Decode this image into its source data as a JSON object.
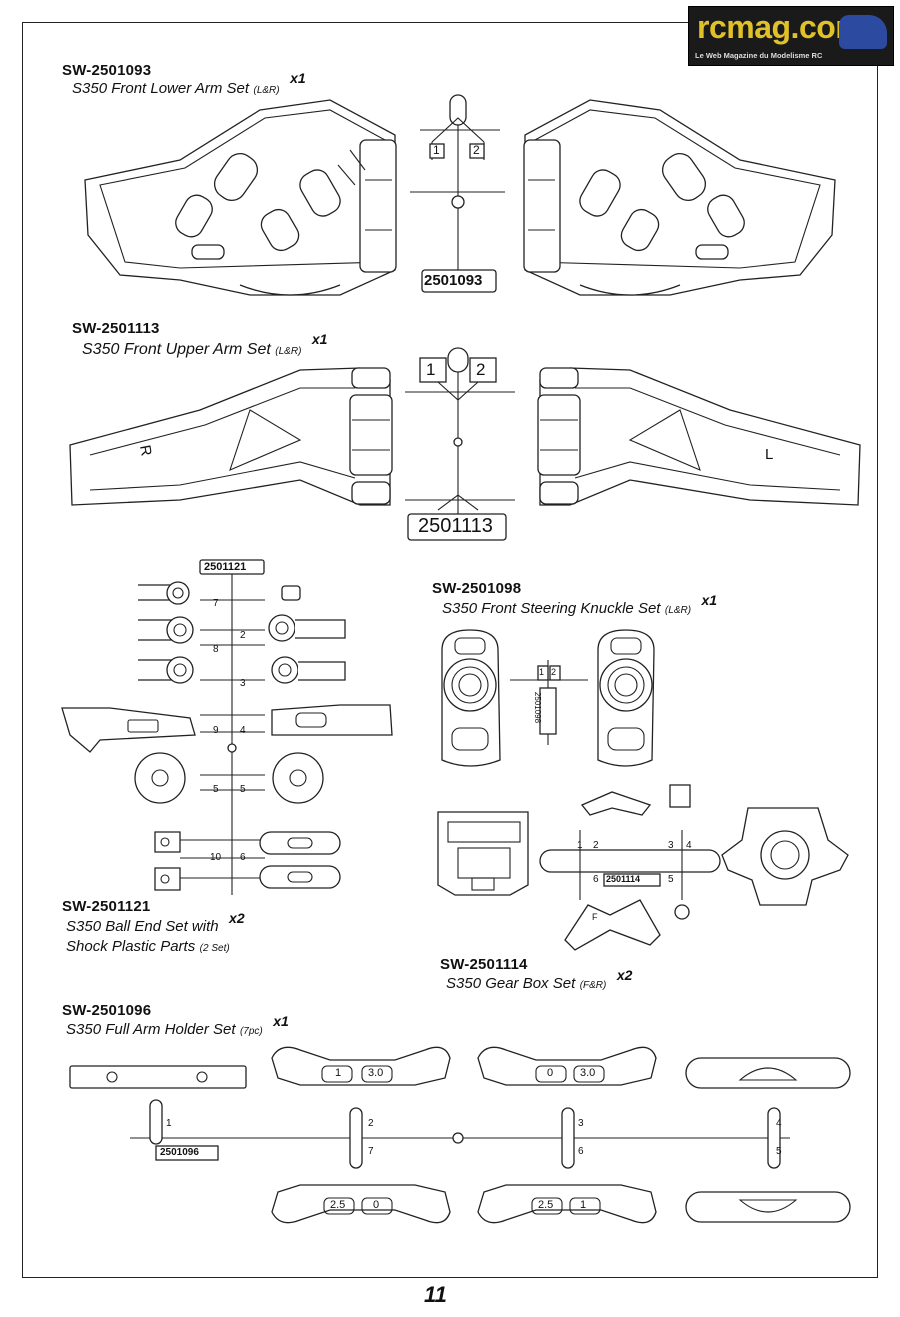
{
  "logo": {
    "text": "rcmag.com",
    "tagline": "Le Web Magazine du Modelisme RC"
  },
  "page_number": "11",
  "sets": [
    {
      "code": "SW-2501093",
      "name": "S350 Front Lower Arm Set",
      "note": "(L&R)",
      "qty": "x1"
    },
    {
      "code": "SW-2501113",
      "name": "S350 Front Upper Arm Set",
      "note": "(L&R)",
      "qty": "x1"
    },
    {
      "code": "SW-2501098",
      "name": "S350 Front Steering Knuckle Set",
      "note": "(L&R)",
      "qty": "x1"
    },
    {
      "code": "SW-2501121",
      "name": "S350 Ball End Set with",
      "name2": "Shock Plastic Parts",
      "note": "(2 Set)",
      "qty": "x2"
    },
    {
      "code": "SW-2501114",
      "name": "S350 Gear Box Set",
      "note": "(F&R)",
      "qty": "x2"
    },
    {
      "code": "SW-2501096",
      "name": "S350 Full Arm Holder Set",
      "note": "(7pc)",
      "qty": "x1"
    }
  ],
  "sprue_labels": {
    "lower_arm": "2501093",
    "upper_arm": "2501113",
    "ball_end": "2501121",
    "knuckle": "2501098",
    "gearbox": "2501114",
    "arm_holder": "2501096"
  },
  "part_numbers": {
    "n1": "1",
    "n2": "2",
    "n3": "3",
    "n4": "4",
    "n5": "5",
    "n6": "6",
    "n7": "7",
    "n8": "8",
    "n9": "9",
    "n10": "10",
    "h_1": "1",
    "h_30": "3.0",
    "h_0": "0",
    "h_25": "2.5",
    "arm_L": "L",
    "arm_R": "R",
    "gb_F": "F"
  }
}
